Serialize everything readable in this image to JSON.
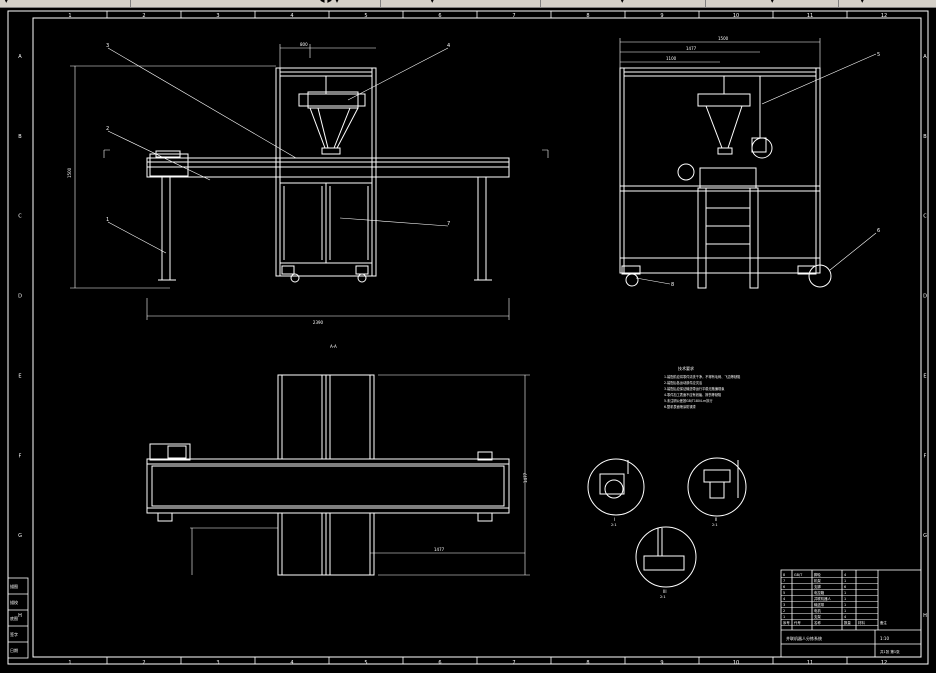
{
  "toolbar": {
    "segments": [
      "▾",
      "◂ ▸ ▾",
      "▾",
      "▾",
      "▾",
      "▾",
      "▾"
    ]
  },
  "frame": {
    "column_labels": [
      "1",
      "2",
      "3",
      "4",
      "5",
      "6",
      "7",
      "8",
      "9",
      "10",
      "11",
      "12"
    ],
    "row_labels": [
      "A",
      "B",
      "C",
      "D",
      "E",
      "F",
      "G",
      "H"
    ]
  },
  "views": {
    "front_title": "",
    "plan_label": "A-A",
    "front_dims": {
      "width": "2390",
      "height": "1500",
      "top": "800"
    },
    "side_dims": {
      "width": "1500",
      "inner": "1477",
      "sub": "1100"
    },
    "plan_dims": {
      "height": "1477",
      "width": "1477"
    },
    "balloons_front": [
      "1",
      "2",
      "3",
      "4",
      "7"
    ],
    "balloons_side": [
      "5",
      "6",
      "8"
    ]
  },
  "notes": {
    "title": "技术要求",
    "lines": [
      "1.装配前应将零件清洗干净，不得有毛刺、飞边等缺陷",
      "2.装配后各运动部件应灵活",
      "3.装配后应保证输送带运行平稳无跑偏现象",
      "4.零件加工表面不应有划痕、擦伤等缺陷",
      "5.未注明公差按GB/T1804-m执行",
      "6.整机表面喷涂防锈漆"
    ]
  },
  "details": {
    "labels": [
      "I",
      "II",
      "III"
    ],
    "scales": [
      "2:1",
      "2:1",
      "2:1"
    ]
  },
  "title_block": {
    "part_rows": [
      [
        "8",
        "GB/T",
        "脚轮",
        "4",
        "",
        ""
      ],
      [
        "7",
        "",
        "机架",
        "1",
        "",
        ""
      ],
      [
        "6",
        "",
        "支脚",
        "6",
        "",
        ""
      ],
      [
        "5",
        "",
        "电控箱",
        "1",
        "",
        ""
      ],
      [
        "4",
        "",
        "并联机器人",
        "1",
        "",
        ""
      ],
      [
        "3",
        "",
        "输送带",
        "1",
        "",
        ""
      ],
      [
        "2",
        "",
        "电机",
        "1",
        "",
        ""
      ],
      [
        "1",
        "",
        "支架",
        "4",
        "",
        ""
      ]
    ],
    "header": [
      "序号",
      "代号",
      "名称",
      "数量",
      "材料",
      "备注"
    ],
    "name": "并联机器人分拣系统",
    "scale": "1:10",
    "sheet": "共1张 第1张"
  },
  "left_strip": [
    "描图",
    "描校",
    "底图",
    "签字",
    "日期"
  ]
}
